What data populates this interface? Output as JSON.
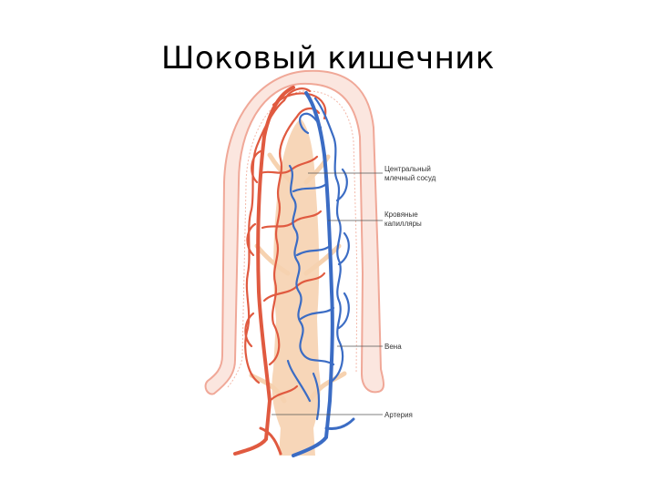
{
  "slide": {
    "title": "Шоковый кишечник"
  },
  "diagram": {
    "labels": [
      {
        "id": "lacteal",
        "lines": [
          "Центральный",
          "млечный сосуд"
        ]
      },
      {
        "id": "capillaries",
        "lines": [
          "Кровяные",
          "капилляры"
        ]
      },
      {
        "id": "vein",
        "lines": [
          "Вена"
        ]
      },
      {
        "id": "artery",
        "lines": [
          "Артерия"
        ]
      }
    ]
  },
  "colors": {
    "artery": "#e05a40",
    "vein": "#3b6cc4",
    "lacteal": "#f6d2b0",
    "epithelium": "#f0a898",
    "epithelium_fill": "#fbe6df"
  }
}
